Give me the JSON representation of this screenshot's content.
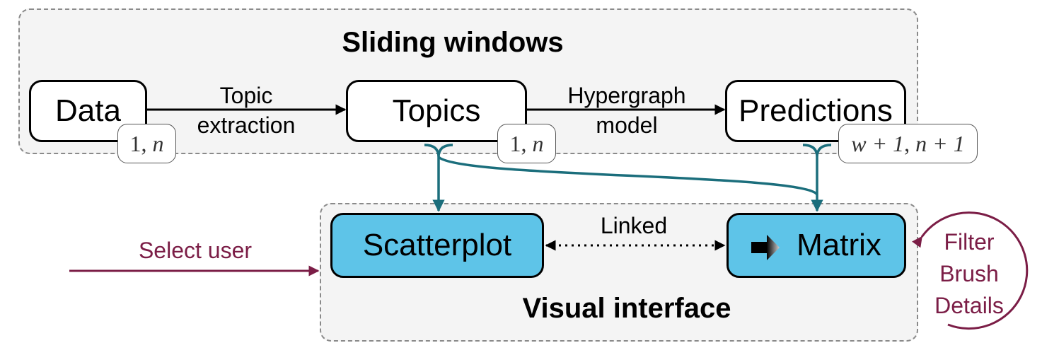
{
  "groups": {
    "sliding_windows": "Sliding windows",
    "visual_interface": "Visual interface"
  },
  "nodes": {
    "data": "Data",
    "topics": "Topics",
    "predictions": "Predictions",
    "scatterplot": "Scatterplot",
    "matrix": "Matrix"
  },
  "badges": {
    "data": {
      "a": "1",
      "sep": ", ",
      "b": "n"
    },
    "topics": {
      "a": "1",
      "sep": ", ",
      "b": "n"
    },
    "predictions": {
      "a": "w + 1",
      "sep": ", ",
      "b": "n + 1"
    }
  },
  "edges": {
    "topic_extraction": [
      "Topic",
      "extraction"
    ],
    "hypergraph_model": [
      "Hypergraph",
      "model"
    ],
    "linked": "Linked",
    "select_user": "Select user",
    "interactions": [
      "Filter",
      "Brush",
      "Details"
    ]
  },
  "colors": {
    "teal": "#1b6e7c",
    "maroon": "#7b1d46",
    "node_blue": "#5ec4e8",
    "group_bg": "#f4f4f4"
  },
  "icons": {
    "matrix": "matrix-arrow-icon"
  }
}
